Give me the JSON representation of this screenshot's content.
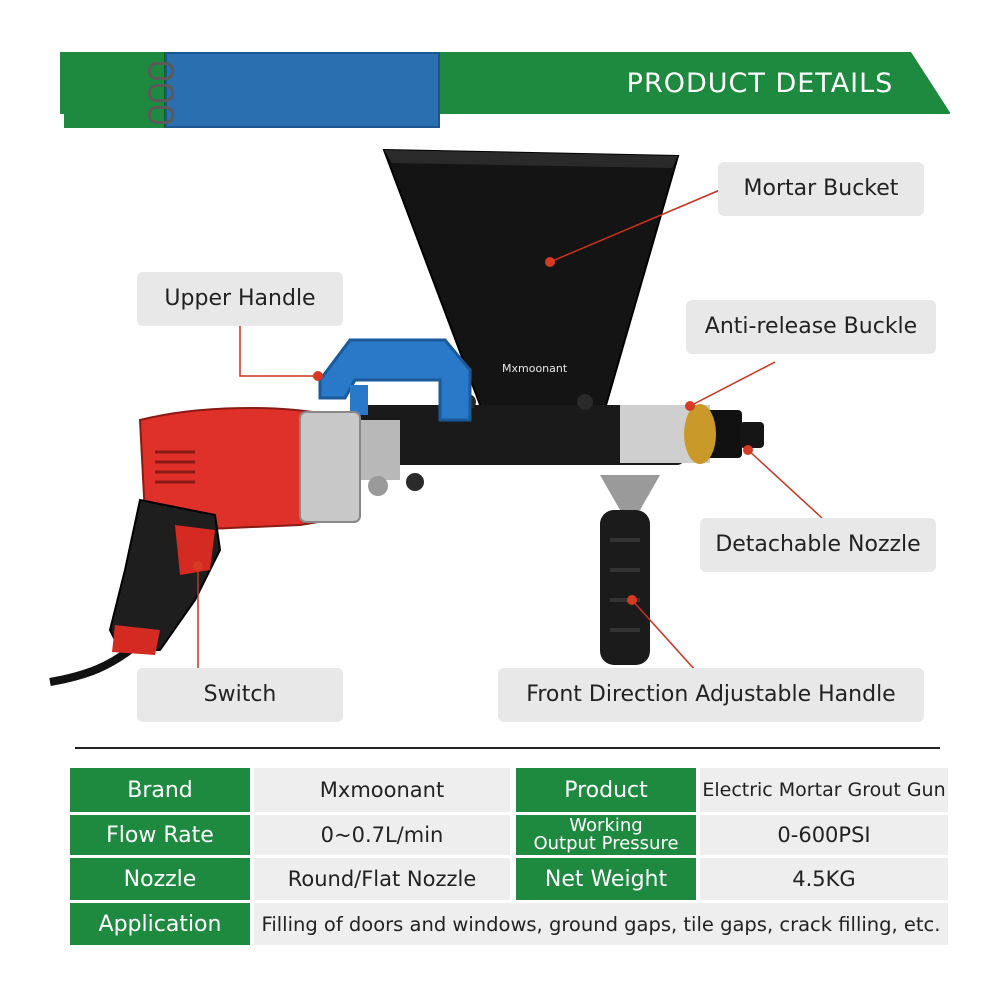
{
  "header": {
    "title": "PRODUCT DETAILS"
  },
  "brand_mark": "Mxmoonant",
  "callouts": {
    "mortar_bucket": "Mortar Bucket",
    "upper_handle": "Upper Handle",
    "anti_release_buckle": "Anti-release Buckle",
    "detachable_nozzle": "Detachable Nozzle",
    "switch": "Switch",
    "front_handle": "Front Direction Adjustable Handle"
  },
  "specs": {
    "brand_label": "Brand",
    "brand_value": "Mxmoonant",
    "product_label": "Product",
    "product_value": "Electric Mortar Grout Gun",
    "flow_label": "Flow Rate",
    "flow_value": "0~0.7L/min",
    "pressure_label_line1": "Working",
    "pressure_label_line2": "Output Pressure",
    "pressure_value": "0-600PSI",
    "nozzle_label": "Nozzle",
    "nozzle_value": "Round/Flat Nozzle",
    "weight_label": "Net Weight",
    "weight_value": "4.5KG",
    "application_label": "Application",
    "application_value": "Filling of doors and windows, ground gaps, tile gaps, crack filling, etc."
  },
  "colors": {
    "green": "#1e8a3f",
    "blue": "#2a6fb0",
    "drill_red": "#e0302a",
    "pointer_red": "#c8321e"
  }
}
